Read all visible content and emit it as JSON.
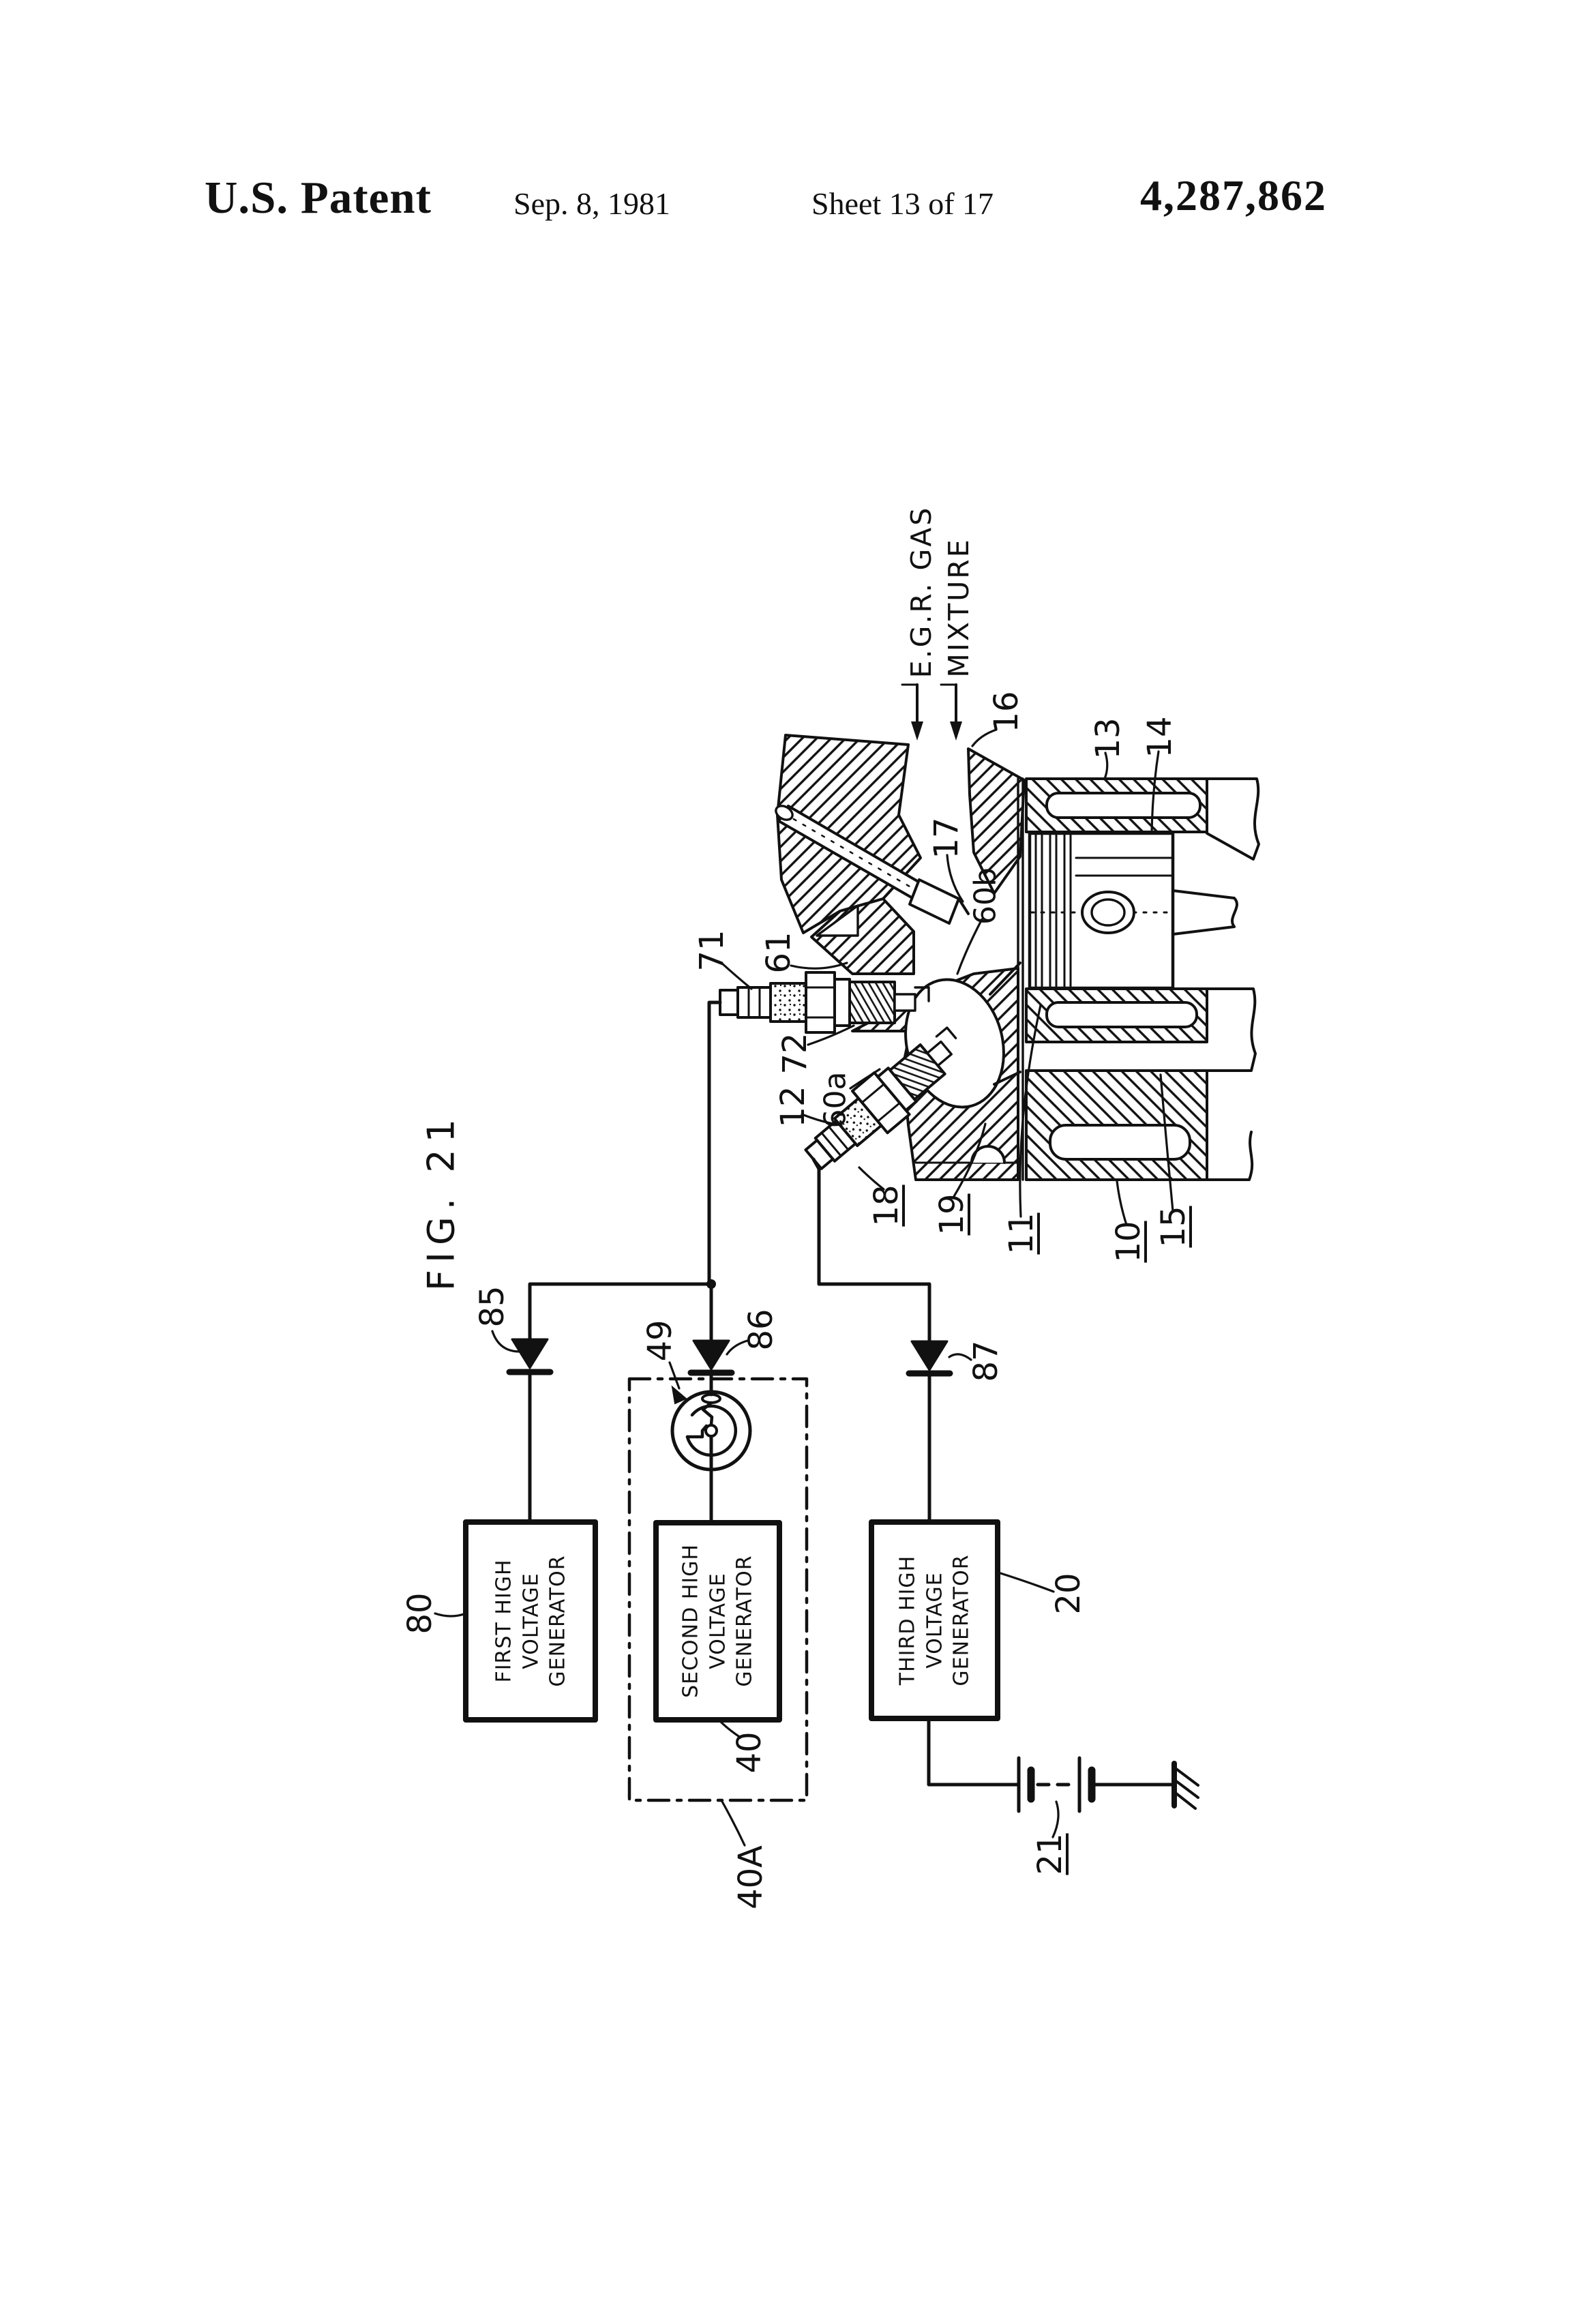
{
  "header": {
    "title": "U.S. Patent",
    "date": "Sep. 8, 1981",
    "sheet_info": "Sheet 13 of 17",
    "patent_number": "4,287,862"
  },
  "figure": {
    "caption": "FIG. 21"
  },
  "flow_annotation": {
    "line1": "E.G.R. GAS",
    "line2": "MIXTURE"
  },
  "generator_boxes": {
    "first": {
      "line1": "FIRST HIGH",
      "line2": "VOLTAGE",
      "line3": "GENERATOR"
    },
    "second": {
      "line1": "SECOND HIGH",
      "line2": "VOLTAGE",
      "line3": "GENERATOR"
    },
    "third": {
      "line1": "THIRD HIGH",
      "line2": "VOLTAGE",
      "line3": "GENERATOR"
    }
  },
  "ref_labels": {
    "n10": "10",
    "n11": "11",
    "n12": "12",
    "n13": "13",
    "n14": "14",
    "n15": "15",
    "n16": "16",
    "n17": "17",
    "n18": "18",
    "n19": "19",
    "n20": "20",
    "n21": "21",
    "n40": "40",
    "n40A": "40A",
    "n49": "49",
    "n60a": "60a",
    "n60b": "60b",
    "n61": "61",
    "n71": "71",
    "n72": "72",
    "n80": "80",
    "n85": "85",
    "n86": "86",
    "n87": "87"
  }
}
